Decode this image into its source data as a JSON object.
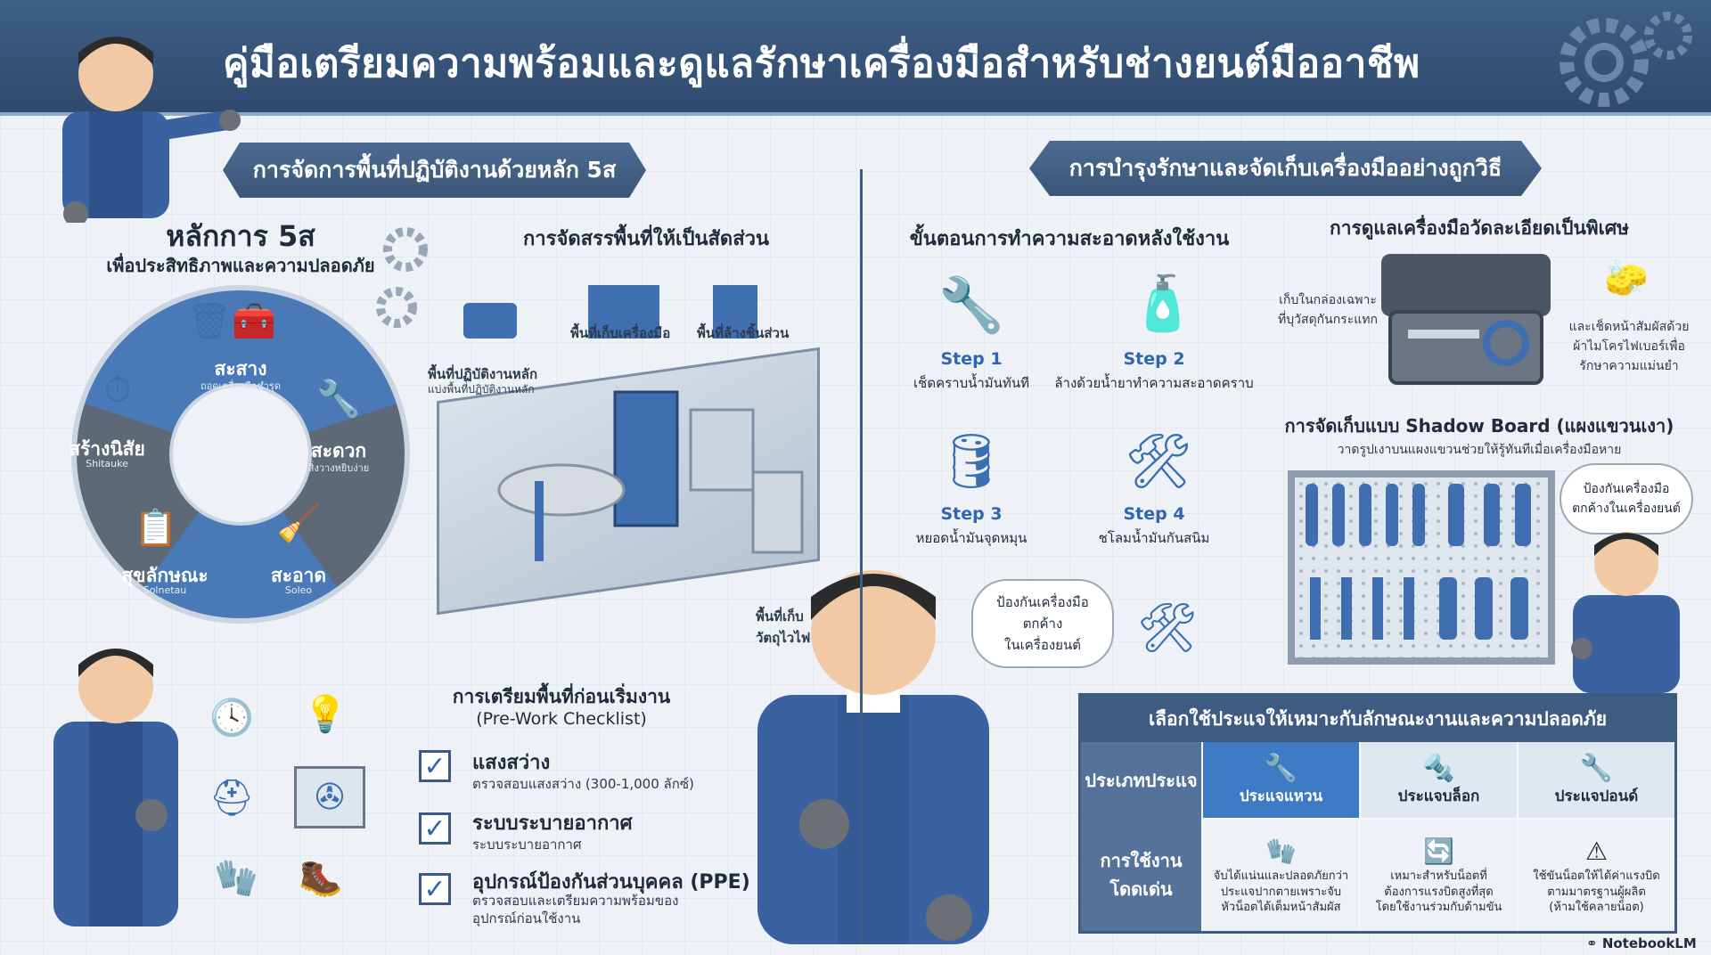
{
  "header": {
    "title": "คู่มือเตรียมความพร้อมและดูแลรักษาเครื่องมือสำหรับช่างยนต์มืออาชีพ"
  },
  "left": {
    "section_title": "การจัดการพื้นที่ปฏิบัติงานด้วยหลัก 5ส",
    "principles": {
      "title": "หลักการ 5ส",
      "subtitle": "เพื่อประสิทธิภาพและความปลอดภัย",
      "segments": [
        {
          "label": "สะสาง",
          "sub": "ถอดเครื่องมือชำรุด"
        },
        {
          "label": "สะดวก",
          "sub": "สิ่งวางหยิบง่าย"
        },
        {
          "label": "สะอาด",
          "sub": "Soleo"
        },
        {
          "label": "สุขลักษณะ",
          "sub": "Solnetau"
        },
        {
          "label": "สร้างนิสัย",
          "sub": "Shitauke"
        }
      ]
    },
    "zoning": {
      "title": "การจัดสรรพื้นที่ให้เป็นสัดส่วน",
      "labels": {
        "storage": "พื้นที่เก็บเครื่องมือ",
        "wash": "พื้นที่ล้างชิ้นส่วน",
        "main": "พื้นที่ปฏิบัติงานหลัก",
        "main_desc": "แบ่งพื้นที่ปฏิบัติงานหลัก",
        "material": "พื้นที่เก็บ\nวัตถุไวไฟ"
      }
    },
    "checklist": {
      "title": "การเตรียมพื้นที่ก่อนเริ่มงาน",
      "subtitle": "(Pre-Work Checklist)",
      "items": [
        {
          "title": "แสงสว่าง",
          "desc": "ตรวจสอบแสงสว่าง (300-1,000 ลักซ์)"
        },
        {
          "title": "ระบบระบายอากาศ",
          "desc": "ระบบระบายอากาศ"
        },
        {
          "title": "อุปกรณ์ป้องกันส่วนบุคคล (PPE)",
          "desc": "ตรวจสอบและเตรียมความพร้อมของ\nอุปกรณ์ก่อนใช้งาน"
        }
      ]
    }
  },
  "right": {
    "section_title": "การบำรุงรักษาและจัดเก็บเครื่องมืออย่างถูกวิธี",
    "cleaning": {
      "title": "ขั้นตอนการทำความสะอาดหลังใช้งาน",
      "steps": [
        {
          "label": "Step 1",
          "desc": "เช็ดคราบน้ำมันทันที"
        },
        {
          "label": "Step 2",
          "desc": "ล้างด้วยน้ำยาทำความสะอาดคราบ"
        },
        {
          "label": "Step 3",
          "desc": "หยอดน้ำมันจุดหมุน"
        },
        {
          "label": "Step 4",
          "desc": "ชโลมน้ำมันกันสนิม"
        }
      ],
      "bubble": "ป้องกันเครื่องมือ\nตกค้าง\nในเครื่องยนต์"
    },
    "precision": {
      "title": "การดูแลเครื่องมือวัดละเอียดเป็นพิเศษ",
      "left_note": "เก็บในกล่องเฉพาะ\nที่บุวัสดุกันกระแทก",
      "right_note": "และเช็ดหน้าสัมผัสด้วย\nผ้าไมโครไฟเบอร์เพื่อ\nรักษาความแม่นยำ"
    },
    "shadow": {
      "title": "การจัดเก็บแบบ Shadow Board (แผงแขวนเงา)",
      "subtitle": "วาดรูปเงาบนแผงแขวนช่วยให้รู้ทันทีเมื่อเครื่องมือหาย",
      "bubble": "ป้องกันเครื่องมือ\nตกค้างในเครื่องยนต์"
    },
    "wrench_table": {
      "title": "เลือกใช้ประแจให้เหมาะกับลักษณะงานและความปลอดภัย",
      "row_type": "ประเภทประแจ",
      "row_usage": "การใช้งาน\nโดดเด่น",
      "columns": [
        {
          "name": "ประแจแหวน",
          "usage": "จับได้แน่นและปลอดภัยกว่า\nประแจปากตายเพราะจับ\nหัวน็อตได้เต็มหน้าสัมผัส"
        },
        {
          "name": "ประแจบล็อก",
          "usage": "เหมาะสำหรับน็อตที่\nต้องการแรงบิดสูงที่สุด\nโดยใช้งานร่วมกับด้ามขัน"
        },
        {
          "name": "ประแจปอนด์",
          "usage": "ใช้ขันน็อตให้ได้ค่าแรงบิด\nตามมาตรฐานผู้ผลิต\n(ห้ามใช้คลายน็อต)"
        }
      ]
    }
  },
  "footer": {
    "brand": "NotebookLM"
  }
}
